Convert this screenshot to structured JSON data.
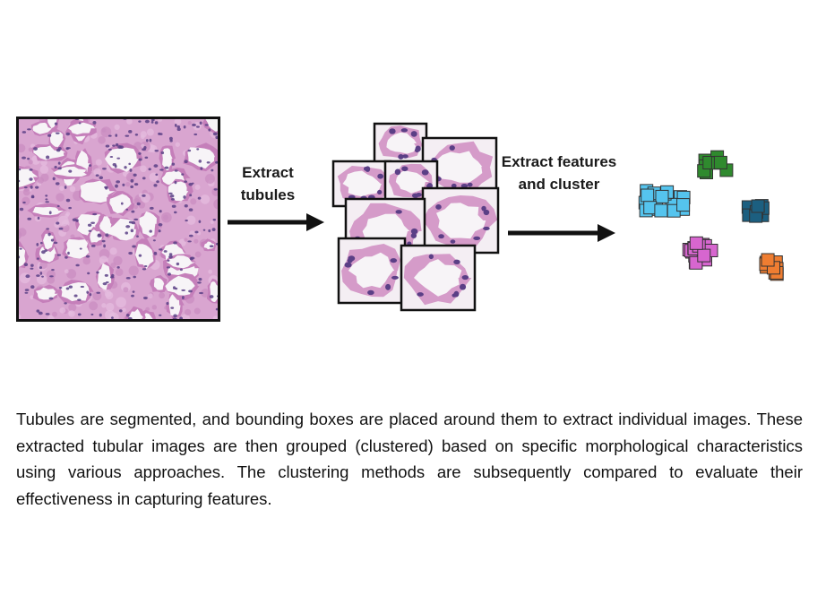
{
  "labels": {
    "step1": "Extract tubules",
    "step2": "Extract features and cluster"
  },
  "caption": "Tubules are segmented, and bounding boxes are placed around them to extract individual images. These extracted tubular images are then grouped (clustered) based on specific morphological characteristics using various approaches. The clustering methods are subsequently compared to evaluate their effectiveness in capturing features.",
  "colors": {
    "tissue_pink": "#d59bc9",
    "nuclei": "#5b3f86",
    "lumen": "#f7f4f7",
    "cluster_light_blue": "#55c4ee",
    "cluster_green": "#2f8a2e",
    "cluster_dark_blue": "#1c5f80",
    "cluster_magenta": "#d766cf",
    "cluster_orange": "#ef7d31"
  },
  "icons": [
    "arrow-right-icon",
    "tissue-image",
    "tubule-tile",
    "cluster-square"
  ]
}
